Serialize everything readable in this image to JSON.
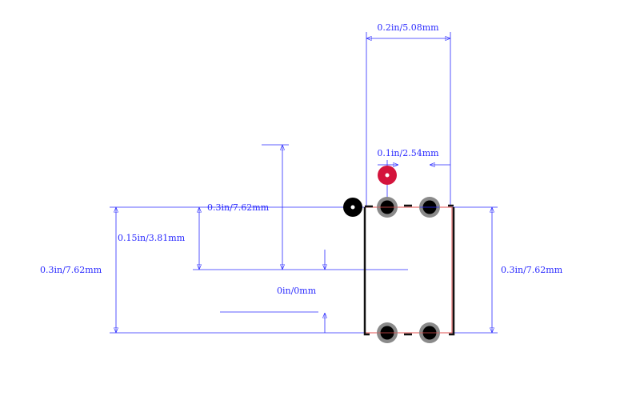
{
  "labels": {
    "top_width": "0.2in/5.08mm",
    "pitch": "0.1in/2.54mm",
    "left_outer_height": "0.3in/7.62mm",
    "inner_height": "0.15in/3.81mm",
    "upper_height": "0.3in/7.62mm",
    "right_height": "0.3in/7.62mm",
    "offset": "0in/0mm"
  },
  "colors": {
    "dimension": "#2a2aff",
    "pad_ring": "#8a8a8a",
    "pad_hole": "#000000",
    "silkscreen": "#111111",
    "body_outline": "#e05050",
    "pin1_marker": "#d4143c"
  },
  "icons": {
    "pin1_marker": "filled-circle-icon",
    "origin_marker": "filled-circle-icon"
  }
}
